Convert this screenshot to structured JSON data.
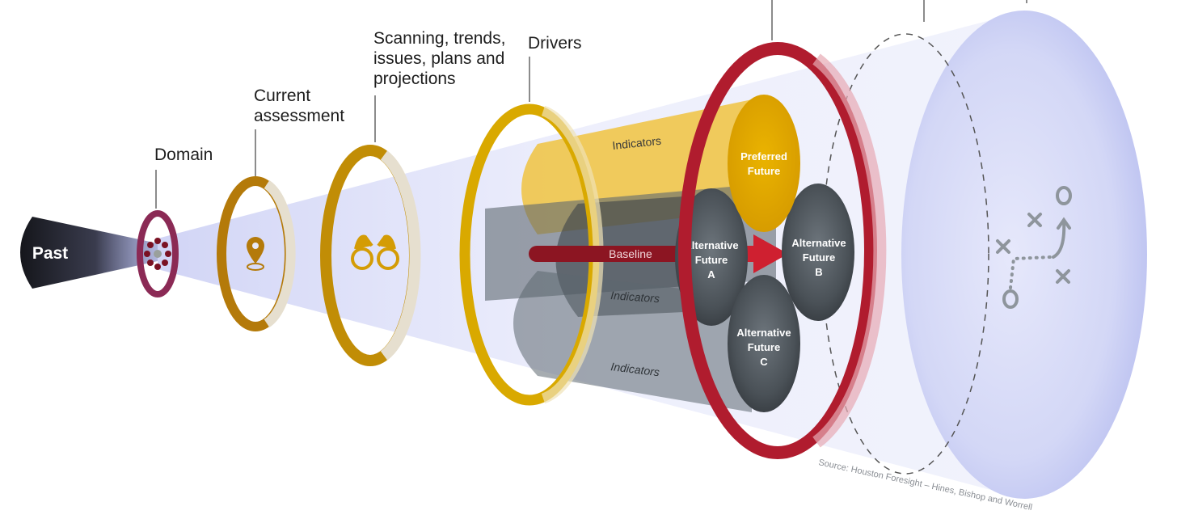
{
  "title": "Futures cone framework",
  "stages": [
    {
      "id": "past",
      "label": "Past"
    },
    {
      "id": "domain",
      "label": "Domain",
      "icon": "dots-cluster-icon"
    },
    {
      "id": "current",
      "label_lines": [
        "Current",
        "assessment"
      ],
      "icon": "location-pin-icon"
    },
    {
      "id": "scanning",
      "label_lines": [
        "Scanning, trends,",
        "issues, plans and",
        "projections"
      ],
      "icon": "binoculars-icon"
    },
    {
      "id": "drivers",
      "label": "Drivers"
    }
  ],
  "cylinders": {
    "top_indicators": "Indicators",
    "baseline": "Baseline",
    "mid_indicators": "Indicators",
    "bottom_indicators": "Indicators"
  },
  "futures": {
    "preferred": [
      "Preferred",
      "Future"
    ],
    "alt_a": [
      "Alternative",
      "Future",
      "A"
    ],
    "alt_b": [
      "Alternative",
      "Future",
      "B"
    ],
    "alt_c": [
      "Alternative",
      "Future",
      "C"
    ]
  },
  "strategy_icon": "playbook-xo-icon",
  "source": "Source: Houston Foresight – Hines, Bishop and Worrell",
  "colors": {
    "past": "#1b1c22",
    "domain_ring": "#8b2a55",
    "bronze_ring": "#b47a0a",
    "gold_ring": "#d9a900",
    "red_ring": "#b01c2e",
    "cone": "#c9cdf4",
    "gold_cylinder": "#f0c340",
    "gray_cylinder": "#5d6770",
    "baseline": "#8c1522",
    "arrow": "#cf2030",
    "sphere_dark": "#4a5157",
    "icon_gray": "#8e959c"
  }
}
